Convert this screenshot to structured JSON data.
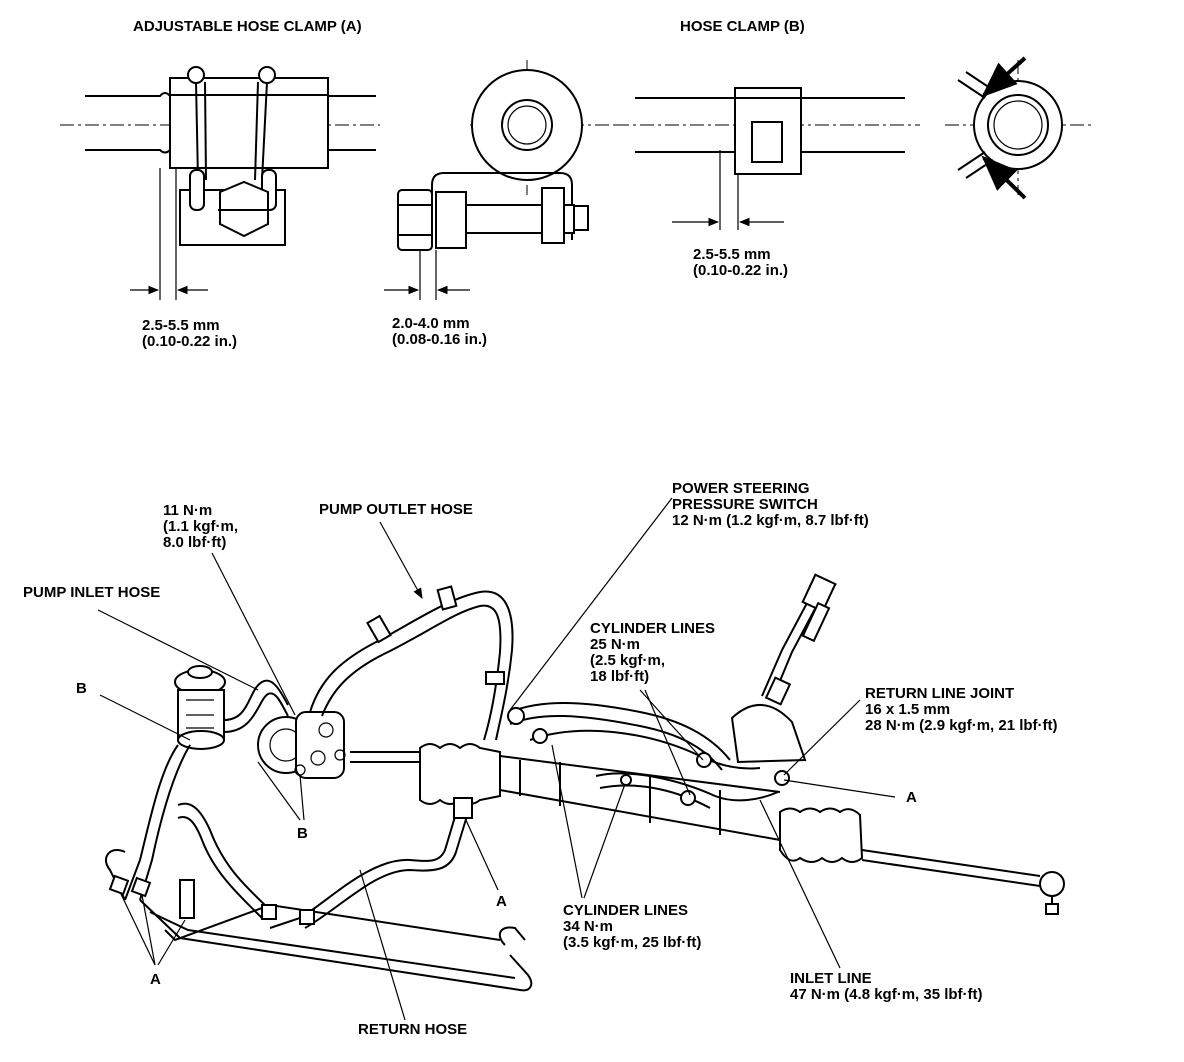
{
  "top": {
    "clamp_a_title": "ADJUSTABLE HOSE CLAMP (A)",
    "clamp_b_title": "HOSE CLAMP (B)",
    "dim_a_mm": "2.5-5.5 mm",
    "dim_a_in": "(0.10-0.22 in.)",
    "dim_a2_mm": "2.0-4.0 mm",
    "dim_a2_in": "(0.08-0.16 in.)",
    "dim_b_mm": "2.5-5.5 mm",
    "dim_b_in": "(0.10-0.22 in.)"
  },
  "bottom": {
    "bolt_torque": [
      "11 N·m",
      "(1.1 kgf·m,",
      "8.0 lbf·ft)"
    ],
    "pump_outlet_hose": "PUMP OUTLET HOSE",
    "pressure_switch": [
      "POWER STEERING",
      "PRESSURE SWITCH",
      "12 N·m (1.2 kgf·m, 8.7 lbf·ft)"
    ],
    "pump_inlet_hose": "PUMP INLET HOSE",
    "cylinder_lines_upper": [
      "CYLINDER LINES",
      "25 N·m",
      "(2.5 kgf·m,",
      "18 lbf·ft)"
    ],
    "return_line_joint": [
      "RETURN LINE JOINT",
      "16 x 1.5 mm",
      "28 N·m (2.9 kgf·m, 21 lbf·ft)"
    ],
    "cylinder_lines_lower": [
      "CYLINDER LINES",
      "34 N·m",
      "(3.5 kgf·m, 25 lbf·ft)"
    ],
    "inlet_line": [
      "INLET LINE",
      "47 N·m (4.8 kgf·m, 35 lbf·ft)"
    ],
    "return_hose": "RETURN HOSE",
    "label_a": "A",
    "label_b": "B"
  }
}
